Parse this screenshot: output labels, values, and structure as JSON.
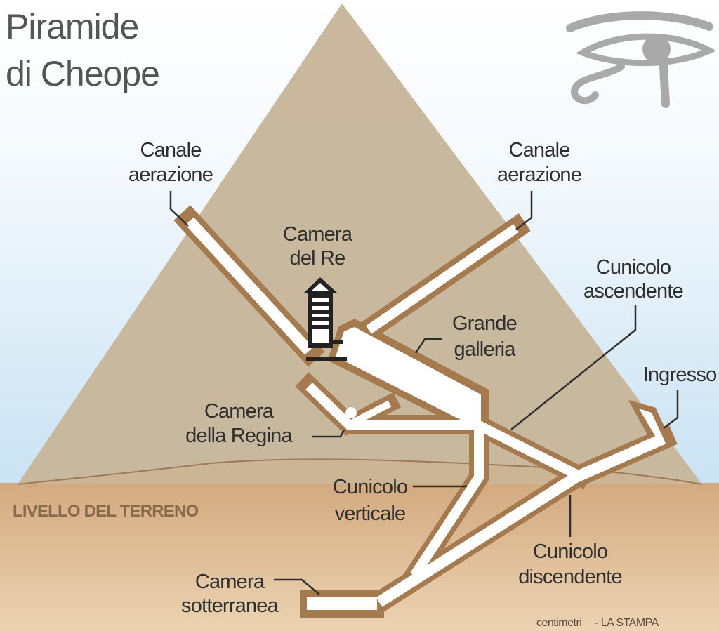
{
  "title": {
    "line1": "Piramide",
    "line2": "di Cheope"
  },
  "labels": {
    "air_shaft_left": {
      "line1": "Canale",
      "line2": "aerazione"
    },
    "air_shaft_right": {
      "line1": "Canale",
      "line2": "aerazione"
    },
    "kings_chamber": {
      "line1": "Camera",
      "line2": "del Re"
    },
    "ascending_passage": {
      "line1": "Cunicolo",
      "line2": "ascendente"
    },
    "grand_gallery": {
      "line1": "Grande",
      "line2": "galleria"
    },
    "entrance": "Ingresso",
    "queens_chamber": {
      "line1": "Camera",
      "line2": "della Regina"
    },
    "ground_level": "LIVELLO DEL TERRENO",
    "vertical_shaft": {
      "line1": "Cunicolo",
      "line2": "verticale"
    },
    "descending_passage": {
      "line1": "Cunicolo",
      "line2": "discendente"
    },
    "subterranean_chamber": {
      "line1": "Camera",
      "line2": "sotterranea"
    }
  },
  "credit": {
    "brand": "centimetri",
    "source": "- LA STAMPA"
  },
  "icons": {
    "logo": "eye-of-horus-icon"
  },
  "colors": {
    "stone": "#c8b79d",
    "ground": "#d6b28a",
    "outline": "#a57a4e",
    "sky": "#d3e8f5"
  }
}
